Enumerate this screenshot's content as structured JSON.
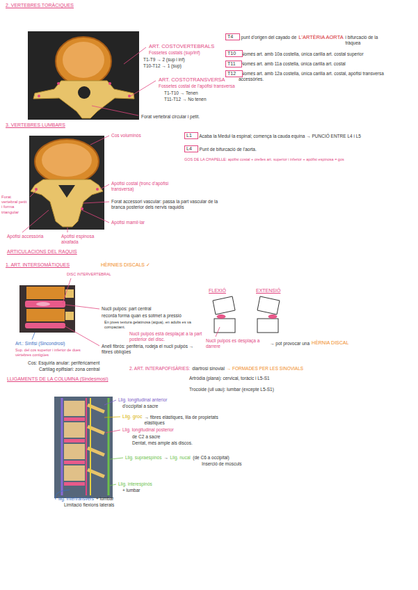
{
  "diagram": {
    "nodes": [
      {
        "text": [
          "T4"
        ]
      },
      {
        "text": [
          "T10"
        ]
      },
      {
        "text": [
          "T11"
        ]
      },
      {
        "text": [
          "T12"
        ]
      },
      {
        "text": [
          "L1"
        ]
      },
      {
        "text": [
          "L4"
        ]
      }
    ],
    "labels": [
      "2. VERTEBRES TORÀCIQUES",
      "ART. COSTOVERTEBRALS",
      "Fossetes costals (sup/inf)",
      "T1-T9 → 2 (sup i inf)",
      "T10-T12 → 1 (sup)",
      "ART. COSTOTRANSVERSA",
      "Fossetes costal de l'apòfisi transversa",
      "T1-T10 → Tenen",
      "T11-T12 → No tenen",
      "Forat vertebral circular i petit.",
      ": punt d'origen del cayado de",
      "L'ARTÈRIA AORTA",
      "i bifurcació de la tràquea",
      ": Només art. amb 10a costella, única carilla art. costal superior",
      ": Només art. amb 11a costella, única carilla art. costal",
      ": Només art. amb 12a costella, única carilla art. costal, apòfisi transversa accessòries.",
      "3. VERTEBRES LUMBARS",
      "Cos voluminós",
      "Apòfisi costal (tronc d'apòfisi transversa)",
      "Forat accessori vascular: passa la part vascular de la branca posterior dels nervis raquidis",
      "Apòfisi mamil·lar",
      "Forat vertebral petit i forma triangular",
      "Apòfisi accessòria",
      "Apòfisi espinosa aixafada",
      ": Acaba la Medul·la espinal; comença la cauda equina → PUNCIÓ ENTRE L4 i L5",
      ": Punt de bifurcació de l'aorta.",
      "GOS DE LA CHAPELLE: apòfisi costal + orelles art. superior i inferior + apòfisi espinosa = gos",
      "ARTICULACIONS DEL RAQUIS",
      "1. ART. INTERSOMÀTIQUES",
      "HÈRNIES DISCALS ✓",
      "DISC INTERVERTEBRAL",
      "Nucli pulpós: part central",
      "recorda forma quan es sotmet a pressió",
      "En joves textura gelatinosa (aigua), en adults es va compactant.",
      "Nucli pulpós està desplaçat a la part posterior del disc.",
      "Anell fibrós: perifèria, rodeja el nucli pulpós → fibres oblíqües",
      "Art.: Sínfisi (Sincondrosi)",
      "Sup. del cos superior i inferior de dues vèrtebres contigües",
      "Cos: Esquirla anular: perifèricament",
      "Cartílag epifisiari: zona central",
      "FLEXIÓ",
      "EXTENSIÓ",
      "Nucli pulpós es desplaça a darrere",
      "→ pot provocar una",
      "HÈRNIA DISCAL",
      "2. ART. INTERAPOFISÀRIES:",
      "diartrosi sinovial",
      "→ FORMADES PER LES SINOVIALS",
      "Artròdia (plana): cervical, toràcic i L5-S1",
      "Trocoide (ull uau): lumbar (excepte L5-S1)",
      "LLIGAMENTS DE LA COLUMNA (Sindesmosi)",
      "Llig. longitudinal anterior",
      "d'occipital a sacre",
      "Llig. groc",
      "→ fibres elàstiques, lila de propietats elàstiques",
      "Llig. longitudinal posterior",
      "de C2 a sacre",
      "Dentat, més ample als discos.",
      "Llig. supraespinós",
      "→",
      "Llig. nucal",
      "(de C6 a occipital)",
      "Inserció de músculs",
      "Llig. interespinós",
      "+ lumbar",
      "llig. intertransvers",
      "+ lumbar",
      "Limitació flexions laterals"
    ]
  }
}
